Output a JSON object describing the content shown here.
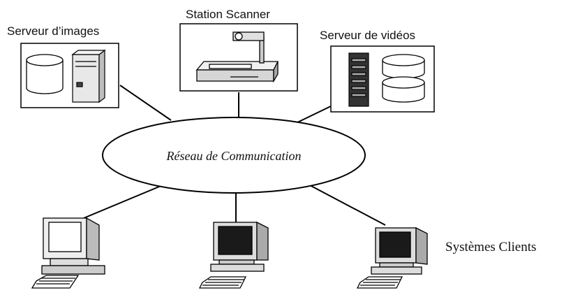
{
  "nodes": {
    "image_server": {
      "label": "Serveur d’images"
    },
    "scanner_station": {
      "label": "Station Scanner"
    },
    "video_server": {
      "label": "Serveur de vidéos"
    },
    "network": {
      "label": "Réseau de Communication"
    },
    "clients": {
      "label": "Systèmes Clients"
    }
  },
  "colors": {
    "stroke": "#000000",
    "fill": "#ffffff",
    "shade": "#d9d9d9",
    "screen": "#1a1a1a"
  }
}
